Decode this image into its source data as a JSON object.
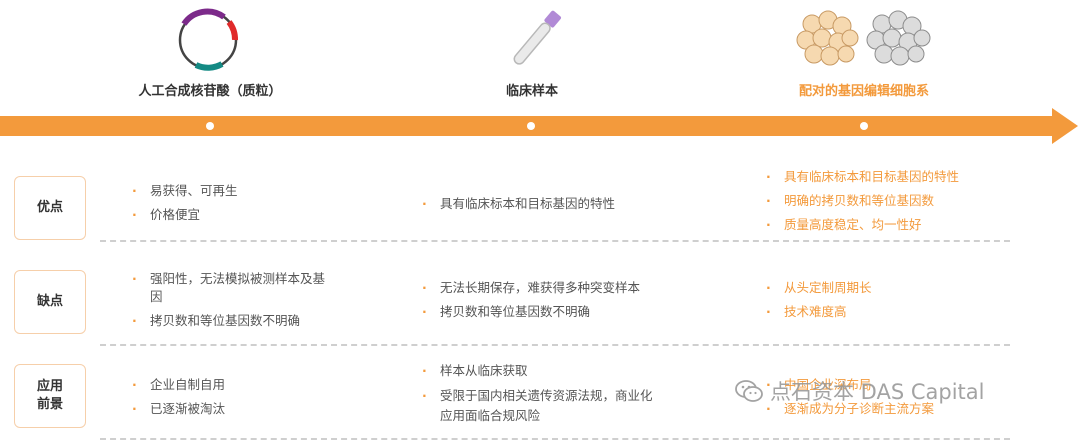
{
  "columns": [
    {
      "title": "人工合成核苷酸（质粒）",
      "icon": "plasmid-ring-icon"
    },
    {
      "title": "临床样本",
      "icon": "sample-tube-icon"
    },
    {
      "title": "配对的基因编辑细胞系",
      "icon": "cell-cluster-icon"
    }
  ],
  "rows": [
    {
      "label": "优点",
      "cells": [
        [
          "易获得、可再生",
          "价格便宜"
        ],
        [
          "具有临床标本和目标基因的特性"
        ],
        [
          "具有临床标本和目标基因的特性",
          "明确的拷贝数和等位基因数",
          "质量高度稳定、均一性好"
        ]
      ]
    },
    {
      "label": "缺点",
      "cells": [
        [
          "强阳性，无法模拟被测样本及基因",
          "拷贝数和等位基因数不明确"
        ],
        [
          "无法长期保存，难获得多种突变样本",
          "拷贝数和等位基因数不明确"
        ],
        [
          "从头定制周期长",
          "技术难度高"
        ]
      ]
    },
    {
      "label": "应用前景",
      "label_lines": [
        "应用",
        "前景"
      ],
      "cells": [
        [
          "企业自制自用",
          "已逐渐被淘汰"
        ],
        [
          "样本从临床获取",
          "受限于国内相关遗传资源法规，商业化应用面临合规风险"
        ],
        [
          "中国企业深布局",
          "逐渐成为分子诊断主流方案"
        ]
      ]
    }
  ],
  "watermark": "点石资本 DAS Capital",
  "colors": {
    "accent": "#f39a3c",
    "text": "#555555",
    "label_border": "#f6cfaa"
  }
}
